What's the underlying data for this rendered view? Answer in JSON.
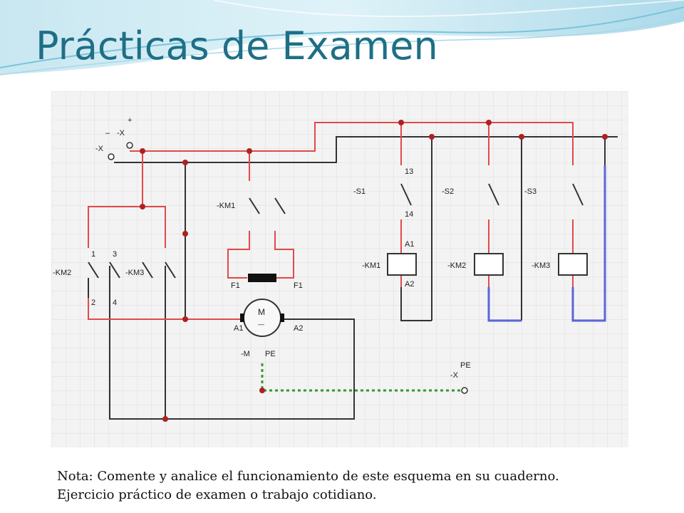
{
  "slide": {
    "title": "Prácticas de Examen",
    "note_line1": "Nota: Comente y analice el funcionamiento de este esquema en su cuaderno.",
    "note_line2": "Ejercicio práctico de examen o trabajo cotidiano."
  },
  "diagram": {
    "labels": {
      "plus": "+",
      "minus": "–",
      "x_pos": "-X",
      "x_neg": "-X",
      "km1": "-KM1",
      "km2": "-KM2",
      "km3": "-KM3",
      "f1_left": "F1",
      "f1_right": "F1",
      "motor_m": "M",
      "motor_sym": "—",
      "a1": "A1",
      "a2": "A2",
      "m_label": "-M",
      "pe": "PE",
      "x_pe": "-X",
      "pe_term": "PE",
      "s1": "-S1",
      "s2": "-S2",
      "s3": "-S3",
      "t13": "13",
      "t14": "14",
      "t1": "1",
      "t2": "2",
      "t3": "3",
      "t4": "4",
      "coil_a1": "A1",
      "coil_a2": "A2",
      "coil_km1": "-KM1",
      "coil_km2": "-KM2",
      "coil_km3": "-KM3"
    },
    "colors": {
      "red": "#e04a4a",
      "black": "#333333",
      "blue": "#5a66d8",
      "green": "#2f9a2f",
      "grid": "#dcdcdc"
    }
  }
}
